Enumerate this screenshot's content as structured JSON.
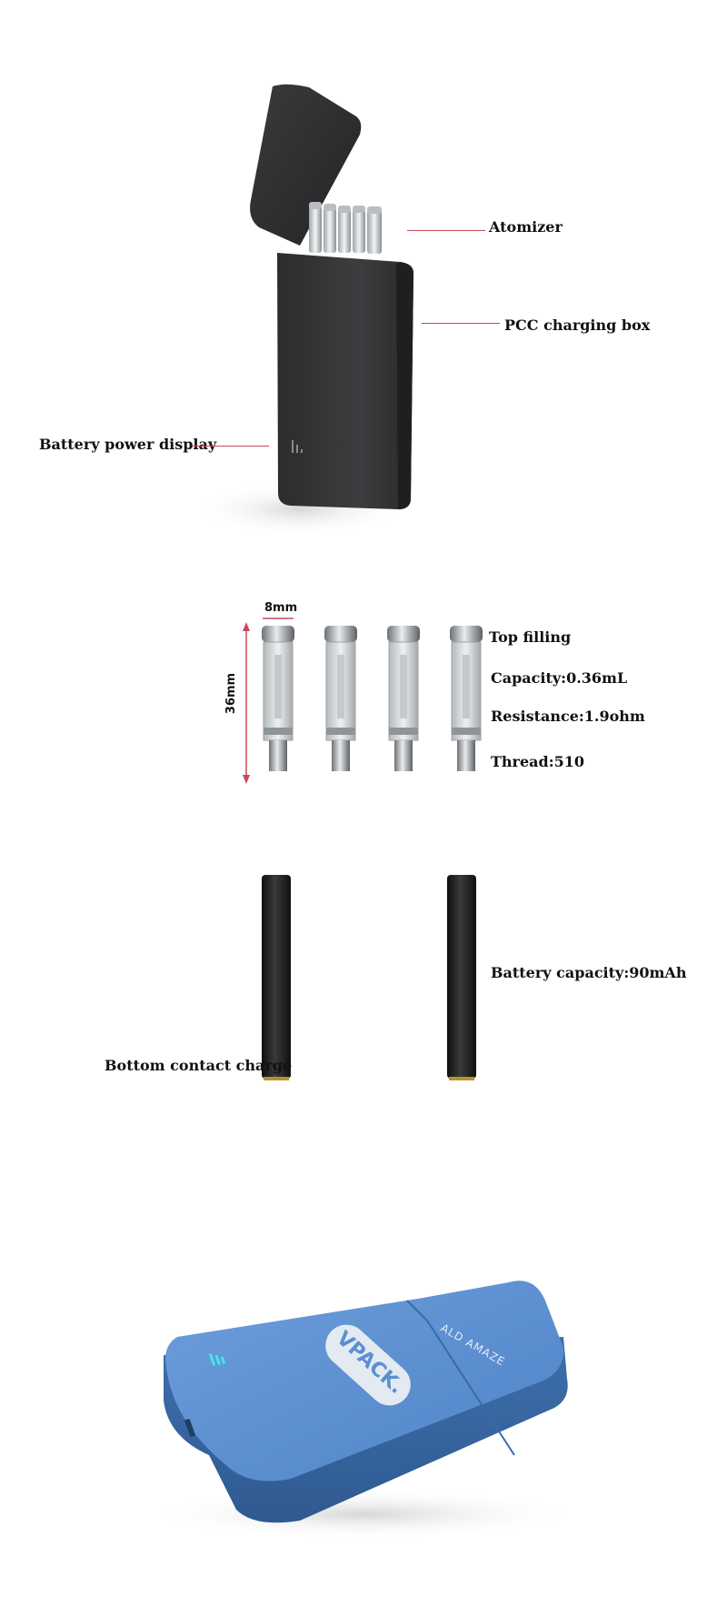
{
  "section1": {
    "labels": {
      "atomizer": "Atomizer",
      "pcc_box": "PCC charging box",
      "battery_display": "Battery power display"
    }
  },
  "section2": {
    "dimensions": {
      "width": "8mm",
      "height": "36mm"
    },
    "specs": {
      "filling": "Top filling",
      "capacity": "Capacity:0.36mL",
      "resistance": "Resistance:1.9ohm",
      "thread": "Thread:510"
    }
  },
  "section3": {
    "labels": {
      "bottom_charge": "Bottom contact charge",
      "battery_capacity": "Battery capacity:90mAh"
    }
  },
  "section4": {
    "brand_badge": "VPACK.",
    "brand_lid": "ALD AMAZE"
  },
  "colors": {
    "leader": "#c9485b",
    "box_dark": "#3a3a3c",
    "box_blue": "#5b8fd0",
    "battery_black": "#1b1b1b"
  }
}
